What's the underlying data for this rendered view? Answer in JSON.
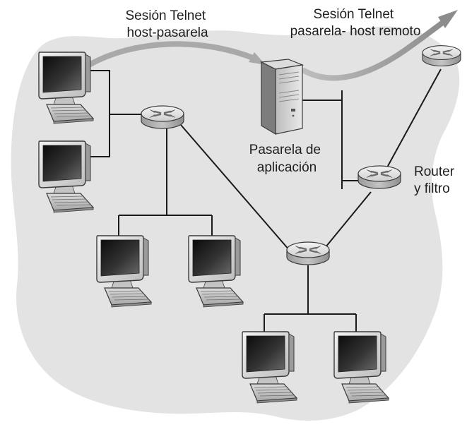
{
  "labels": {
    "session_host_gateway": [
      "Sesión Telnet",
      "host-pasarela"
    ],
    "session_gateway_remote": [
      "Sesión Telnet",
      "pasarela- host remoto"
    ],
    "application_gateway": [
      "Pasarela de",
      "aplicación"
    ],
    "router_filter": [
      "Router",
      "y filtro"
    ]
  },
  "colors": {
    "network_region": "#e3e3e3",
    "telnet_arrow": "#a9a9a9",
    "cable": "#1a1a1a",
    "router_body": "#d2d2d2",
    "monitor_screen": "#2e2e2e"
  },
  "icons": {
    "host": "desktop-computer-icon",
    "router": "router-icon",
    "gateway": "server-tower-icon"
  }
}
